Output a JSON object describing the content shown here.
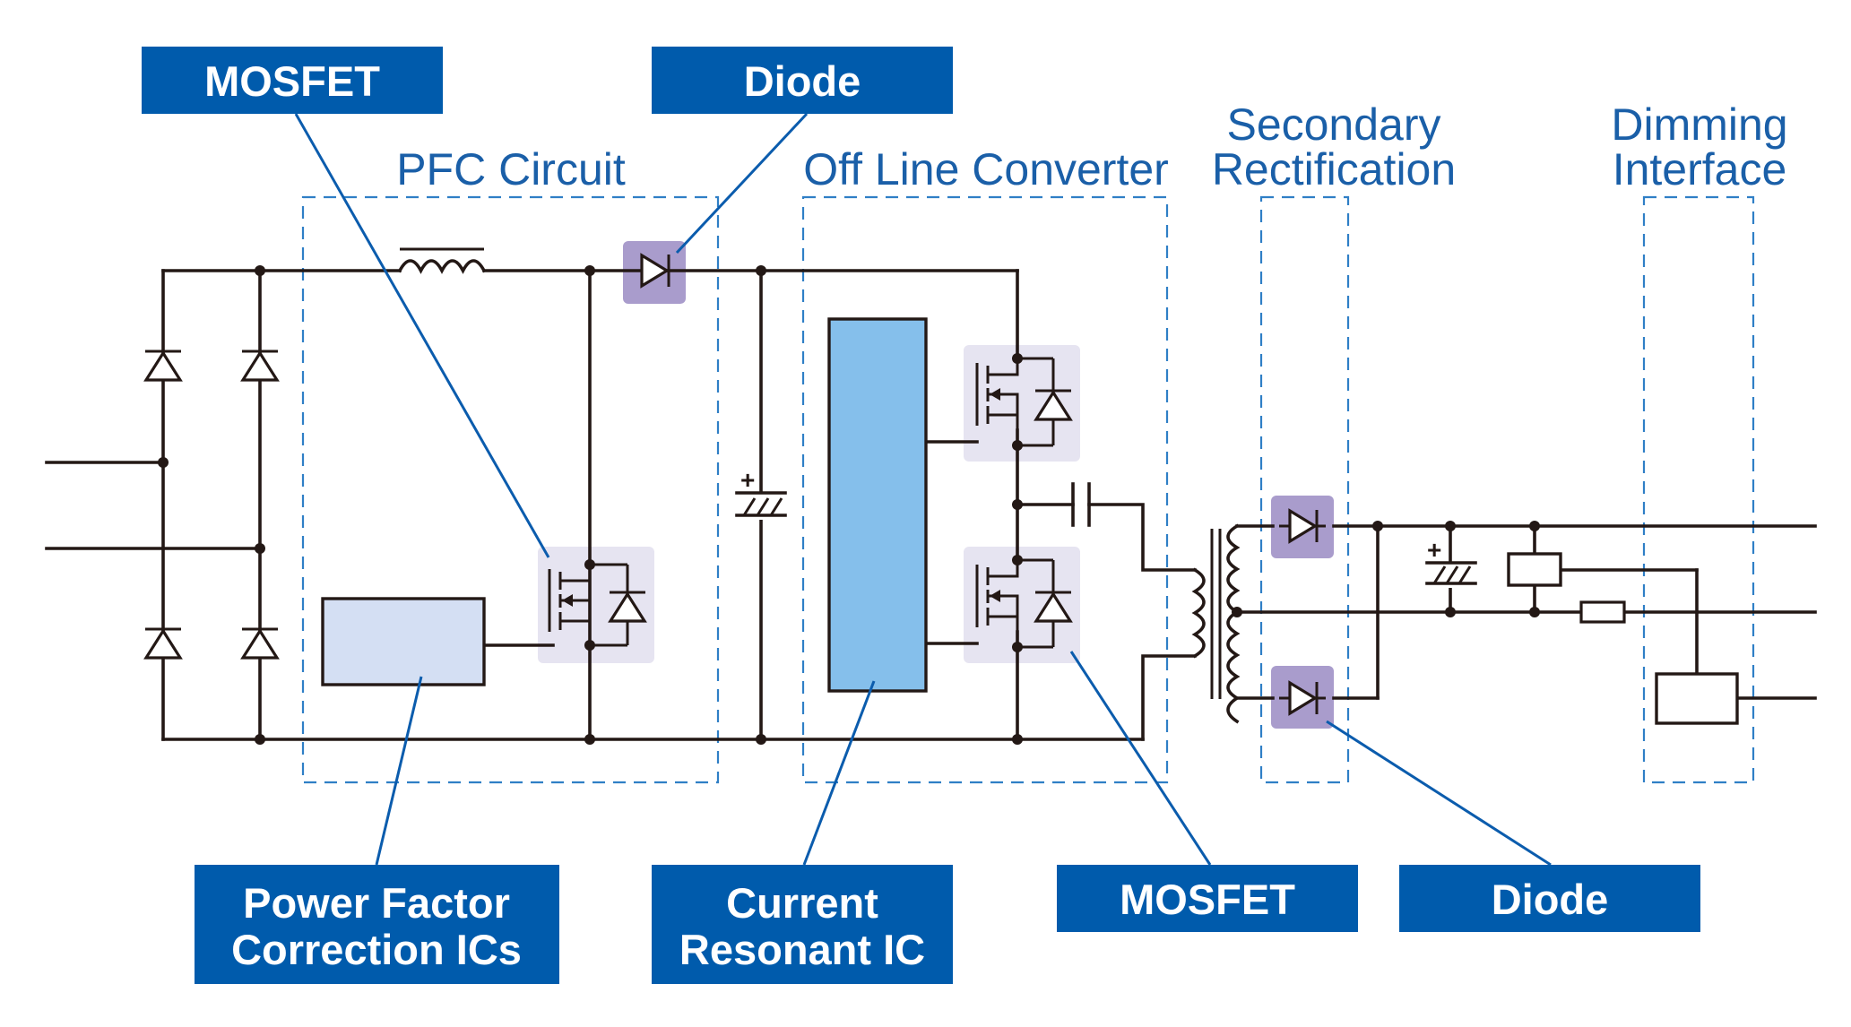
{
  "sections": {
    "pfc": "PFC Circuit",
    "offline": "Off Line Converter",
    "secondary_line1": "Secondary",
    "secondary_line2": "Rectification",
    "dimming_line1": "Dimming",
    "dimming_line2": "Interface"
  },
  "callouts": {
    "mosfet_top": "MOSFET",
    "diode_top": "Diode",
    "pfc_ic_line1": "Power Factor",
    "pfc_ic_line2": "Correction ICs",
    "resonant_ic_line1": "Current",
    "resonant_ic_line2": "Resonant IC",
    "mosfet_bottom": "MOSFET",
    "diode_bottom": "Diode"
  },
  "colors": {
    "callout_fill": "#005bac",
    "section_label": "#1a5fa8",
    "resonant_ic_fill": "#85bfeb",
    "pfc_ic_fill": "#d4dff3",
    "diode_highlight": "#a99ccc",
    "mosfet_highlight": "#e6e4f1"
  }
}
